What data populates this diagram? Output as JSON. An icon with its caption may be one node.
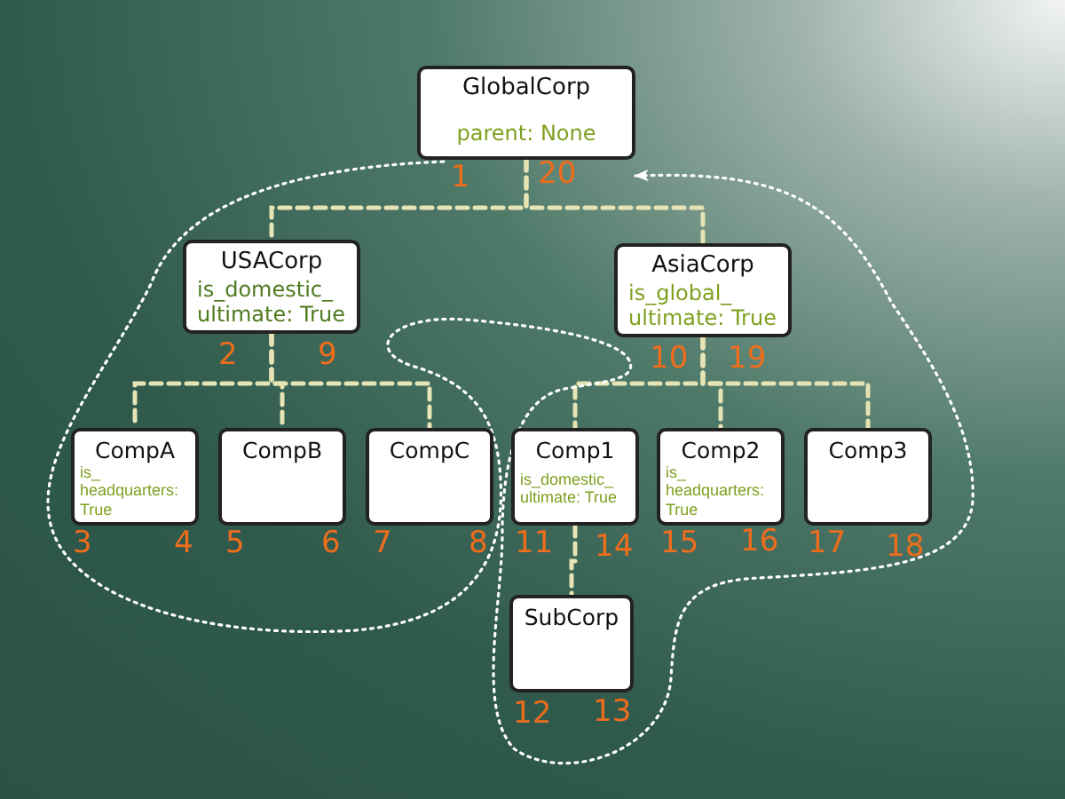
{
  "diagram": {
    "nodes": [
      {
        "text": [
          "GlobalCorp",
          "parent: None"
        ],
        "beside": [
          "1",
          "20"
        ]
      },
      {
        "text": [
          "USACorp",
          "is_domestic_ ultimate: True"
        ],
        "beside": [
          "2",
          "9"
        ]
      },
      {
        "text": [
          "AsiaCorp",
          "is_global_ ultimate: True"
        ],
        "beside": [
          "10",
          "19"
        ]
      },
      {
        "text": [
          "CompA",
          "is_ headquarters: True"
        ],
        "beside": [
          "3",
          "4"
        ]
      },
      {
        "text": [
          "CompB"
        ],
        "beside": [
          "5",
          "6"
        ]
      },
      {
        "text": [
          "CompC"
        ],
        "beside": [
          "7",
          "8"
        ]
      },
      {
        "text": [
          "Comp1",
          "is_domestic_ ultimate: True"
        ],
        "beside": [
          "11",
          "14"
        ]
      },
      {
        "text": [
          "Comp2",
          "is_ headquarters: True"
        ],
        "beside": [
          "15",
          "16"
        ]
      },
      {
        "text": [
          "Comp3"
        ],
        "beside": [
          "17",
          "18"
        ]
      },
      {
        "text": [
          "SubCorp"
        ],
        "beside": [
          "12",
          "13"
        ]
      }
    ],
    "edges": [
      {
        "from": 0,
        "to": 1,
        "arrow": "none",
        "style": "dashed"
      },
      {
        "from": 0,
        "to": 2,
        "arrow": "none",
        "style": "dashed"
      },
      {
        "from": 1,
        "to": 3,
        "arrow": "none",
        "style": "dashed"
      },
      {
        "from": 1,
        "to": 4,
        "arrow": "none",
        "style": "dashed"
      },
      {
        "from": 1,
        "to": 5,
        "arrow": "none",
        "style": "dashed"
      },
      {
        "from": 2,
        "to": 6,
        "arrow": "none",
        "style": "dashed"
      },
      {
        "from": 2,
        "to": 7,
        "arrow": "none",
        "style": "dashed"
      },
      {
        "from": 2,
        "to": 8,
        "arrow": "none",
        "style": "dashed"
      },
      {
        "from": 6,
        "to": 9,
        "arrow": "none",
        "style": "dashed"
      },
      {
        "from": 0,
        "to": 0,
        "arrow": "to",
        "style": "dashed",
        "color": "#ffffff"
      }
    ]
  }
}
